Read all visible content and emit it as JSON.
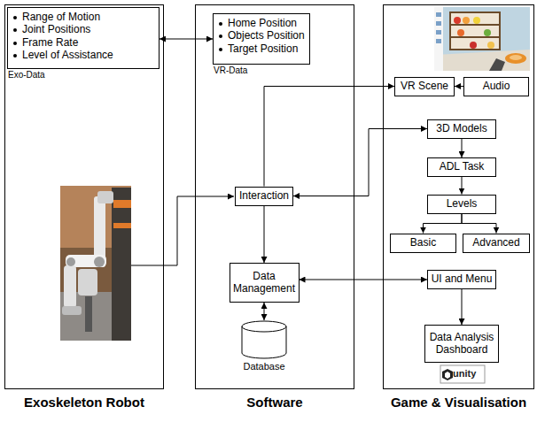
{
  "diagram": {
    "nodes": [
      {
        "text": [
          "Exoskeleton Robot"
        ]
      },
      {
        "text": [
          "Range of Motion",
          "Joint Positions",
          "Frame Rate",
          "Level of Assistance",
          "Exo-Data"
        ],
        "in": 0
      },
      {
        "text": [
          "Software"
        ]
      },
      {
        "text": [
          "Home Position",
          "Objects Position",
          "Target Position",
          "VR-Data"
        ],
        "in": 2
      },
      {
        "text": [
          "Interaction"
        ],
        "in": 2
      },
      {
        "text": [
          "Data Management"
        ],
        "in": 2
      },
      {
        "text": [
          "Database"
        ],
        "in": 2
      },
      {
        "text": [
          "Game & Visualisation"
        ]
      },
      {
        "text": [
          "VR Scene"
        ],
        "in": 7
      },
      {
        "text": [
          "Audio"
        ],
        "in": 7
      },
      {
        "text": [
          "3D Models"
        ],
        "in": 7
      },
      {
        "text": [
          "ADL Task"
        ],
        "in": 7
      },
      {
        "text": [
          "Levels"
        ],
        "in": 7
      },
      {
        "text": [
          "Basic"
        ],
        "in": 7
      },
      {
        "text": [
          "Advanced"
        ],
        "in": 7
      },
      {
        "text": [
          "UI and Menu"
        ],
        "in": 7
      },
      {
        "text": [
          "Data Analysis Dashboard"
        ],
        "in": 7
      }
    ],
    "edges": [
      {
        "from": 1,
        "to": 3,
        "arrow": "both"
      },
      {
        "from": 4,
        "to": 8,
        "arrow": "to"
      },
      {
        "from": 9,
        "to": 8,
        "arrow": "to"
      },
      {
        "from": 10,
        "to": 4,
        "arrow": "both"
      },
      {
        "from": 4,
        "to": 5,
        "arrow": "to"
      },
      {
        "from": 5,
        "to": 6,
        "arrow": "both"
      },
      {
        "from": 5,
        "to": 15,
        "arrow": "both"
      },
      {
        "from": 10,
        "to": 11,
        "arrow": "to"
      },
      {
        "from": 11,
        "to": 12,
        "arrow": "to"
      },
      {
        "from": 12,
        "to": 13,
        "arrow": "to"
      },
      {
        "from": 12,
        "to": 14,
        "arrow": "to"
      },
      {
        "from": 15,
        "to": 16,
        "arrow": "to"
      }
    ],
    "labels": [
      "unity"
    ]
  }
}
